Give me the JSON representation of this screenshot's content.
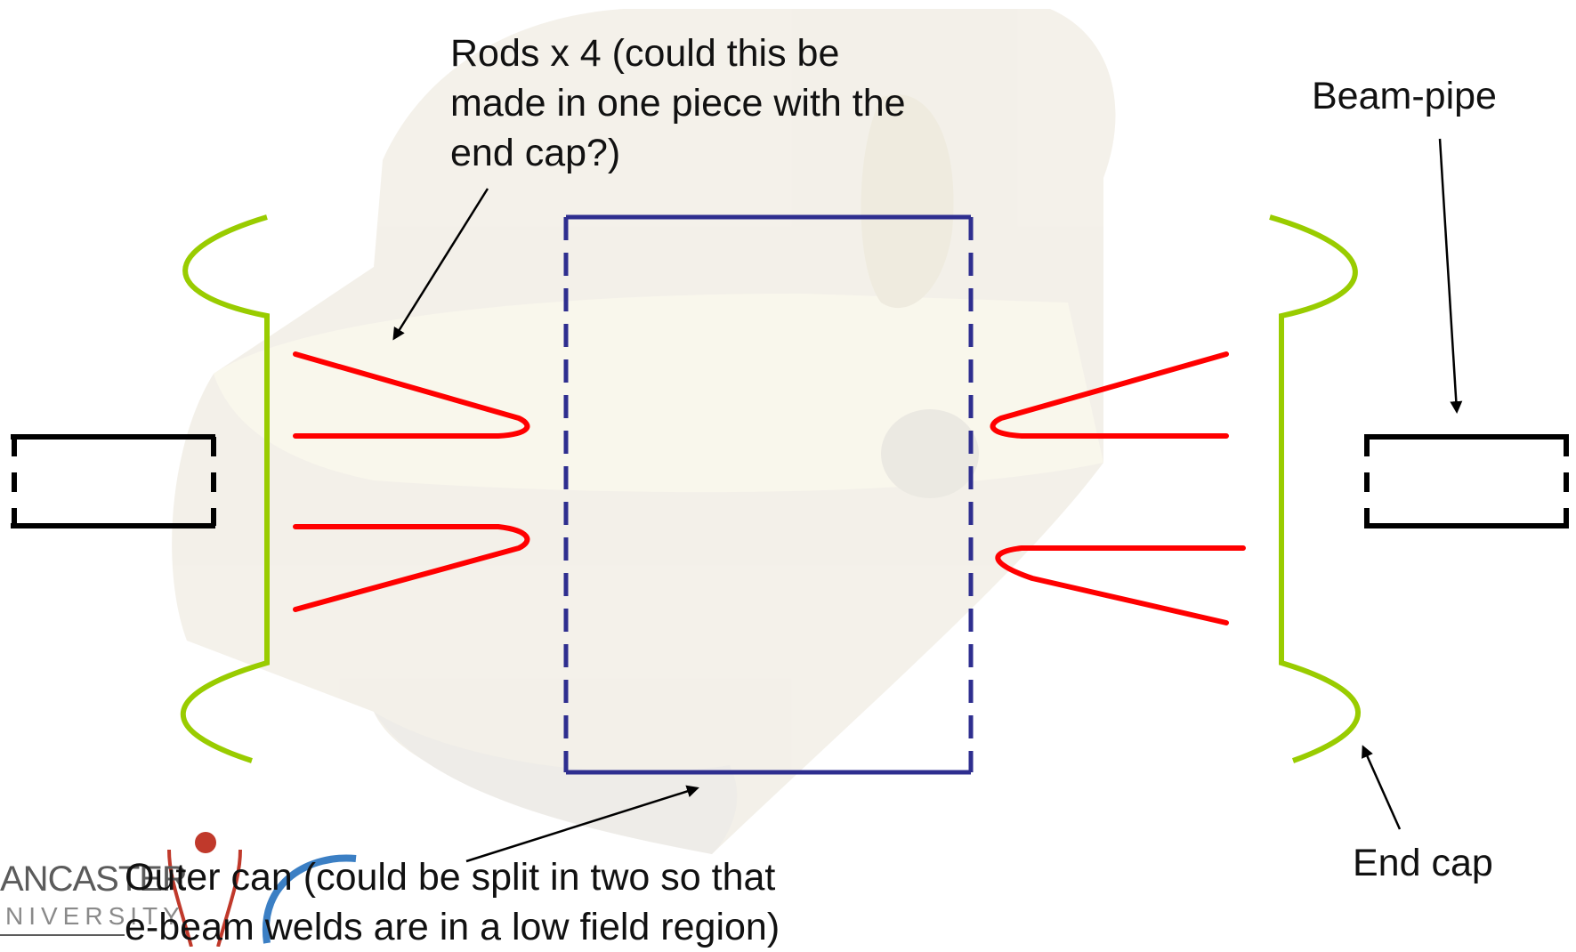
{
  "labels": {
    "rods": "Rods x 4 (could this be\nmade in one piece with the\nend cap?)",
    "beam_pipe": "Beam-pipe",
    "end_cap": "End cap",
    "outer_can": "Outer can (could be split in two so that\ne-beam welds are in a low field region)"
  },
  "logo": {
    "line1": "ANCASTER",
    "line2": "NIVERSITY"
  },
  "colors": {
    "end_cap": "#99cc00",
    "rods": "#ff0000",
    "outer_can": "#2e2e8f",
    "beam_pipe": "#000000",
    "background_render": "#d9d0b8",
    "logo_accent": "#c0392b",
    "logo_blue": "#3b7fc4"
  }
}
